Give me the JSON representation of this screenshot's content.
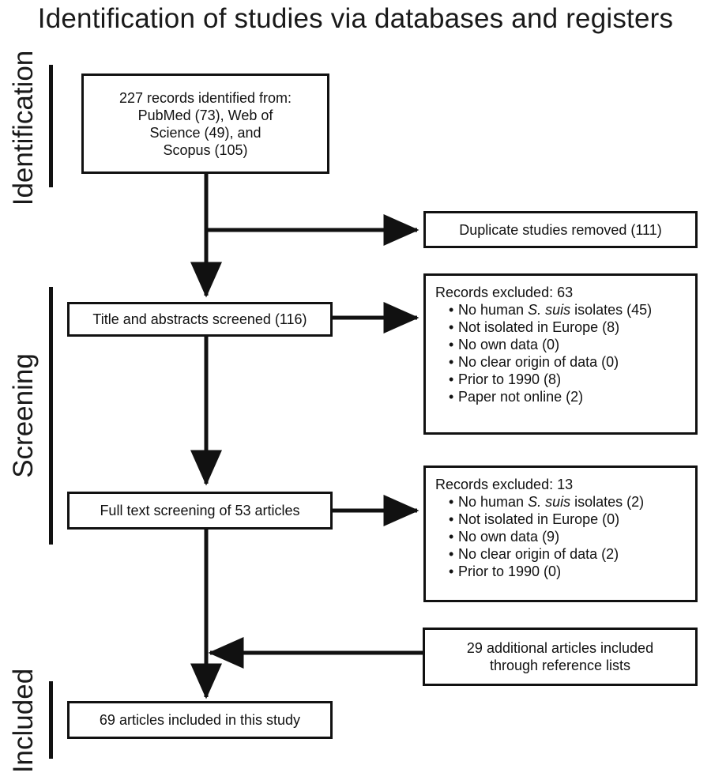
{
  "title": "Identification of studies via databases and registers",
  "phases": {
    "identification": "Identification",
    "screening": "Screening",
    "included": "Included"
  },
  "boxes": {
    "records_identified": {
      "lines": [
        "227 records identified from:",
        "PubMed (73), Web of",
        "Science (49), and",
        "Scopus (105)"
      ]
    },
    "duplicates": "Duplicate studies removed (111)",
    "title_abstracts": "Title and abstracts screened (116)",
    "excluded_1": {
      "title": "Records excluded: 63",
      "items": [
        {
          "prefix": "No human ",
          "italic": "S. suis",
          "suffix": " isolates (45)"
        },
        {
          "prefix": "Not isolated in Europe (8)",
          "italic": "",
          "suffix": ""
        },
        {
          "prefix": "No own data (0)",
          "italic": "",
          "suffix": ""
        },
        {
          "prefix": "No clear origin of data (0)",
          "italic": "",
          "suffix": ""
        },
        {
          "prefix": "Prior to 1990 (8)",
          "italic": "",
          "suffix": ""
        },
        {
          "prefix": "Paper not online (2)",
          "italic": "",
          "suffix": ""
        }
      ]
    },
    "full_text": "Full text screening of 53 articles",
    "excluded_2": {
      "title": "Records excluded: 13",
      "items": [
        {
          "prefix": "No human ",
          "italic": "S. suis",
          "suffix": " isolates (2)"
        },
        {
          "prefix": "Not isolated in Europe (0)",
          "italic": "",
          "suffix": ""
        },
        {
          "prefix": "No own data (9)",
          "italic": "",
          "suffix": ""
        },
        {
          "prefix": "No clear origin of data (2)",
          "italic": "",
          "suffix": ""
        },
        {
          "prefix": "Prior to 1990 (0)",
          "italic": "",
          "suffix": ""
        }
      ]
    },
    "additional": {
      "lines": [
        "29 additional articles included",
        "through reference lists"
      ]
    },
    "included": "69 articles included in this study"
  },
  "colors": {
    "line": "#111111",
    "background": "#ffffff"
  }
}
